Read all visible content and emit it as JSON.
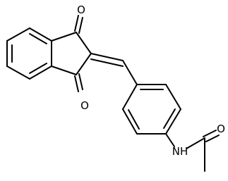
{
  "molecule": {
    "atoms": {
      "o_top": "O",
      "o_bottom": "O",
      "nh": "NH",
      "o_amide": "O"
    }
  },
  "colors": {
    "bond": "#000000",
    "background": "#ffffff"
  }
}
